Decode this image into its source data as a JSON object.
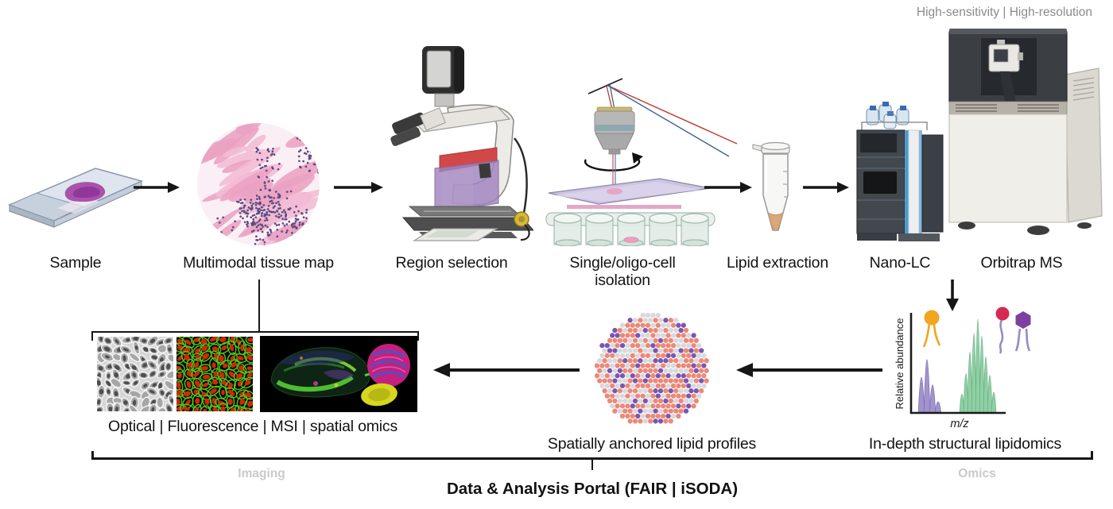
{
  "tagline": "High-sensitivity | High-resolution",
  "steps": {
    "sample": "Sample",
    "tissue_map": "Multimodal tissue map",
    "region": "Region selection",
    "isolation_l1": "Single/oligo-cell",
    "isolation_l2": "isolation",
    "lipid_extraction": "Lipid extraction",
    "nano_lc": "Nano-LC",
    "orbitrap": "Orbitrap MS"
  },
  "outputs": {
    "imaging_caption": "Optical | Fluorescence | MSI | spatial omics",
    "spatial": "Spatially anchored lipid profiles",
    "lipidomics": "In-depth structural lipidomics"
  },
  "footer": {
    "imaging": "Imaging",
    "omics": "Omics",
    "portal": "Data & Analysis Portal (FAIR | iSODA)"
  },
  "spectrum": {
    "ylabel": "Relative abundance",
    "xlabel": "m/z",
    "purple_peaks": [
      0.38,
      0.57,
      0.3,
      0.12
    ],
    "green_peaks": [
      0.2,
      0.42,
      0.65,
      0.85,
      1.0,
      0.82,
      0.6,
      0.4,
      0.22
    ],
    "purple_color": "#a193cc",
    "purple_stroke": "#8071b5",
    "green_color": "#90d0a4",
    "green_stroke": "#67b183",
    "lipid_icon_colors": {
      "orange": "#f2a51e",
      "red": "#d62a52",
      "hexagon_purple": "#7d3fa0",
      "tail_purple": "#958bc4"
    }
  },
  "dot_map": {
    "salmon": "#ed8878",
    "gray": "#d9d9dd",
    "purple": "#7a57b0",
    "weights": {
      "salmon": 0.47,
      "gray": 0.29,
      "purple": 0.24
    }
  },
  "tissue": {
    "background": "#fbeff6",
    "streak_pink": "#eaa2c1",
    "streak_light": "#f2bcd4",
    "nuclei": "#5e4b80"
  },
  "accents": {
    "arrow": "#161616",
    "slide_blob": "#a347a5",
    "microscope_red": "#d24848",
    "microscope_purple": "#a083c0",
    "nanolc_blue": "#4e9ad0",
    "tube_liquid": "#d8a878"
  }
}
